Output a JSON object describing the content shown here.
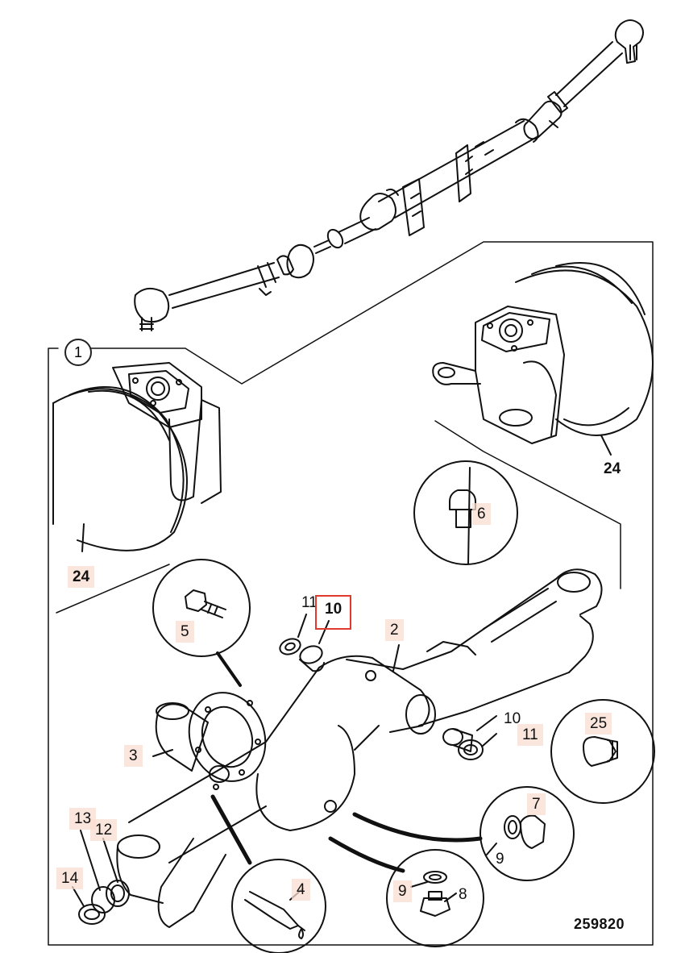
{
  "drawing_number": "259820",
  "assembly_marker": "1",
  "callouts": {
    "c24_left": "24",
    "c24_right": "24",
    "c2": "2",
    "c3": "3",
    "c4": "4",
    "c5": "5",
    "c6": "6",
    "c7": "7",
    "c8": "8",
    "c9_lower": "9",
    "c9_upper": "9",
    "c10_top": "10",
    "c10_mid": "10",
    "c11_top": "11",
    "c11_mid": "11",
    "c12": "12",
    "c13": "13",
    "c14": "14",
    "c25": "25"
  },
  "colors": {
    "selection": "#e03a2e",
    "highlight": "#fadfd2",
    "ink": "#111111"
  }
}
